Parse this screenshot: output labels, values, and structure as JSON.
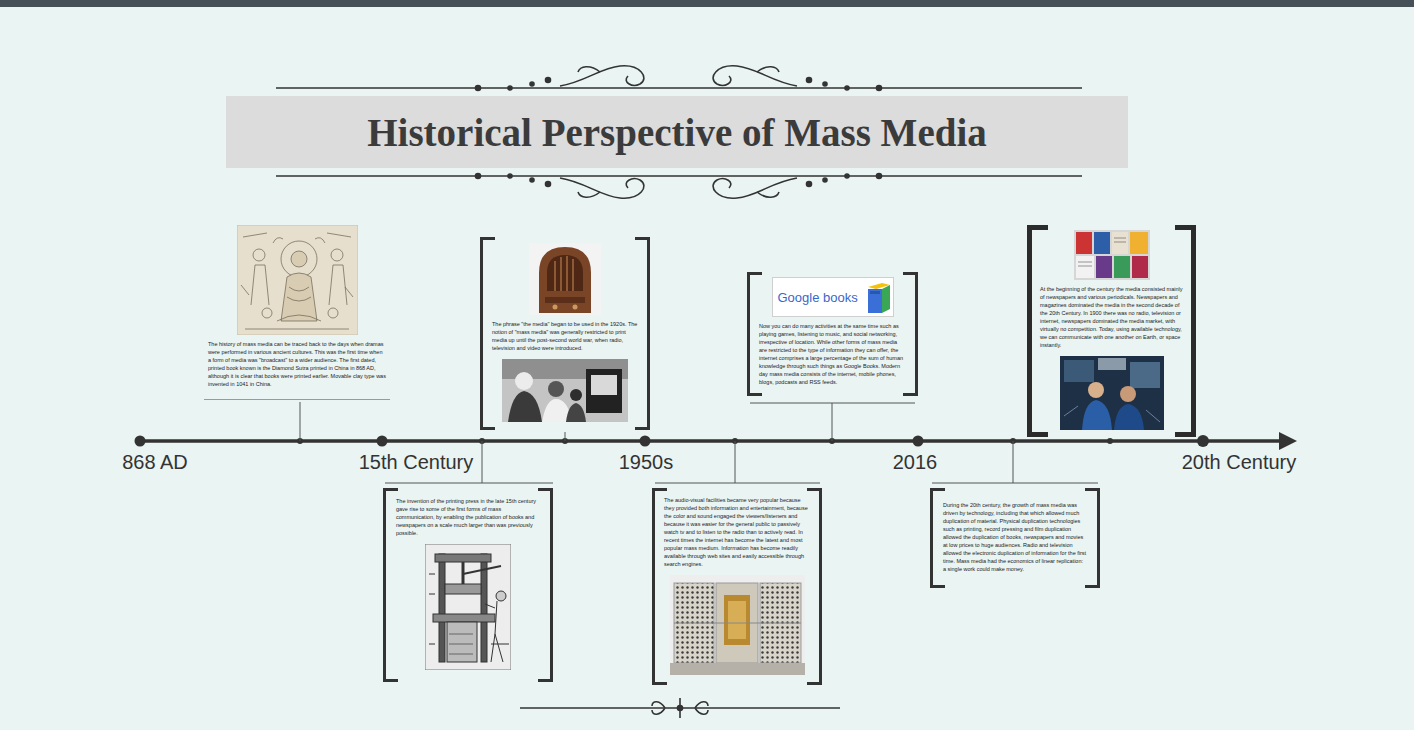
{
  "diagram": {
    "title": "Historical Perspective of Mass Media",
    "nodes": [
      {
        "text": [
          "The history of mass media can be traced back to the days when dramas were performed in various ancient cultures. This was the first time when a form of media was \"broadcast\" to a wider audience. The first dated, printed book known is the Diamond Sutra printed in China in 868 AD, although it is clear that books were printed earlier. Movable clay type was invented in 1041 in China."
        ]
      },
      {
        "text": [
          "The invention of the printing press in the late 15th century gave rise to some of the first forms of mass communication, by enabling the publication of books and newspapers on a scale much larger than was previously possible."
        ]
      },
      {
        "text": [
          "The phrase \"the media\" began to be used in the 1920s. The notion of \"mass media\" was generally restricted to print media up until the post-second world war, when radio, television and video were introduced."
        ]
      },
      {
        "text": [
          "The audio-visual facilities became very popular because they provided both information and entertainment, because the color and sound engaged the viewers/listeners and because it was easier for the general public to passively watch tv and to listen to the radio than to actively read. In recent times the internet has become the latest and most popular mass medium. Information has become readily available through web sites and easily accessible through search engines."
        ]
      },
      {
        "text": [
          "Now you can do many activities at the same time such as playing games, listening to music, and social networking, irrespective of location. While other forms of mass media are restricted to the type of information they can offer, the internet comprises a large percentage of the sum of human knowledge through such things as Google Books. Modern day mass media consists of the internet, mobile phones, blogs, podcasts and RSS feeds."
        ]
      },
      {
        "text": [
          "During the 20th century, the growth of mass media was driven by technology, including that which allowed much duplication of material. Physical duplication technologies such as printing, record pressing and film duplication allowed the duplication of books, newspapers and movies at low prices to huge audiences. Radio and television allowed the electronic duplication of information for the first time. Mass media had the economics of linear replication: a single work could make money."
        ]
      },
      {
        "text": [
          "At the beginning of the century the media consisted mainly of newspapers and various periodicals. Newspapers and magazines dominated the media in the second decade of the 20th Century. In 1900 there was no radio, television or internet, newspapers dominated the media market, with virtually no competition. Today, using available technology, we can communicate with one another on Earth, or space instantly."
        ]
      }
    ],
    "labels": [
      "868 AD",
      "15th Century",
      "1950s",
      "2016",
      "20th Century",
      "Google books"
    ]
  }
}
